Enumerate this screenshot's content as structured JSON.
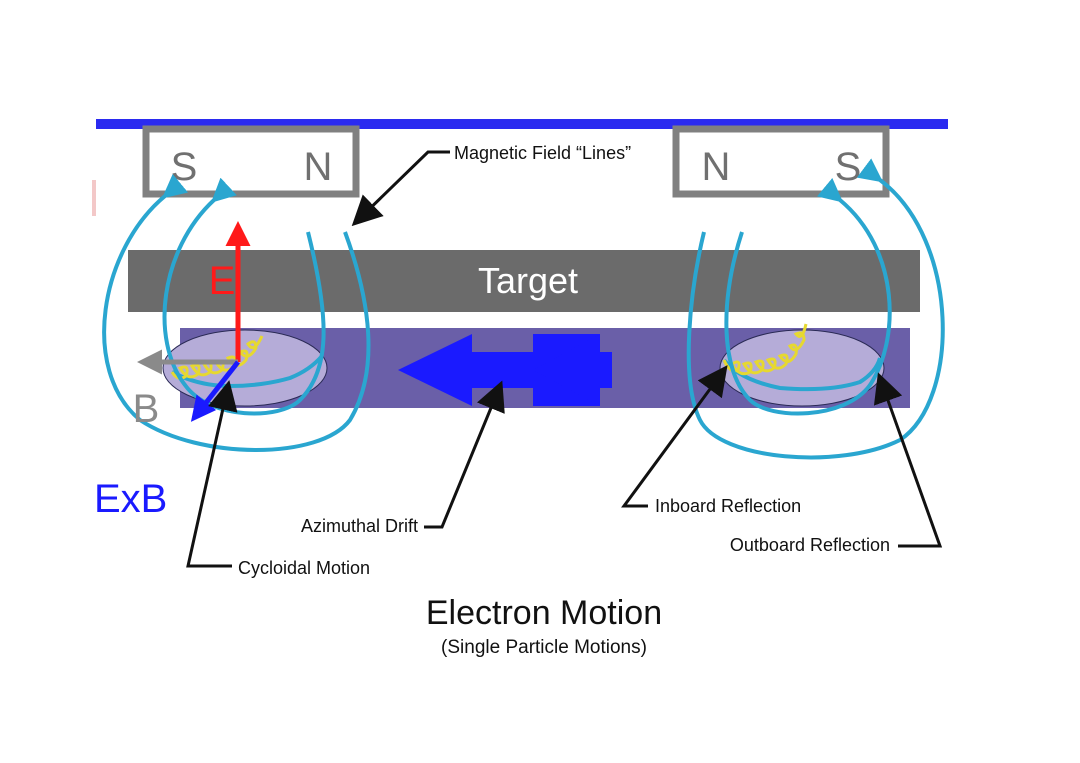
{
  "diagram": {
    "title": "Electron Motion",
    "subtitle": "(Single Particle Motions)",
    "left_magnet": {
      "pole_left": "S",
      "pole_right": "N"
    },
    "right_magnet": {
      "pole_left": "N",
      "pole_right": "S"
    },
    "target_label": "Target",
    "field_labels": {
      "e_field": "E",
      "b_field": "B",
      "exb": "ExB"
    },
    "callouts": {
      "magnetic_field_lines": "Magnetic Field “Lines”",
      "azimuthal_drift": "Azimuthal Drift",
      "cycloidal_motion": "Cycloidal Motion",
      "inboard_reflection": "Inboard Reflection",
      "outboard_reflection": "Outboard Reflection"
    },
    "colors": {
      "top_bar": "#2b2bf0",
      "magnet_border": "#808080",
      "magnet_text": "#707070",
      "target": "#6b6b6b",
      "plasma_band": "#6a5fa8",
      "plasma_ellipse": "#b5acd8",
      "field_line": "#2aa6d0",
      "cycloid": "#e6d830",
      "drift_arrow": "#1a1aff",
      "e_arrow": "#ff1a1a",
      "b_arrow": "#8a8a8a",
      "exb_arrow": "#1a1aff",
      "callout_arrow": "#111111"
    }
  }
}
